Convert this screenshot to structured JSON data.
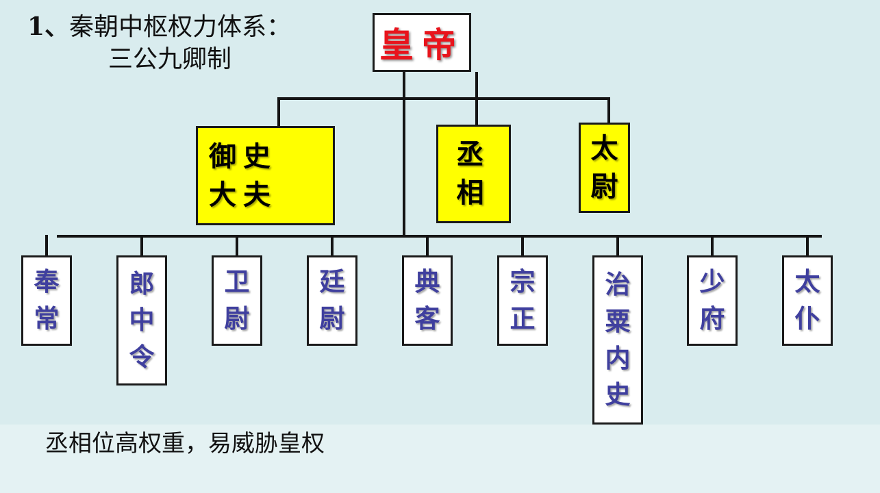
{
  "heading": {
    "number": "1、",
    "title": "秦朝中枢权力体系：",
    "subtitle": "三公九卿制"
  },
  "chart_data": {
    "type": "org-chart",
    "root": "皇帝",
    "san_gong": [
      {
        "label": "御史\n大夫"
      },
      {
        "label": "丞\n相"
      },
      {
        "label": "太\n尉"
      }
    ],
    "jiu_qing": [
      {
        "label": "奉\n常"
      },
      {
        "label": "郎\n中\n令"
      },
      {
        "label": "卫\n尉"
      },
      {
        "label": "廷\n尉"
      },
      {
        "label": "典\n客"
      },
      {
        "label": "宗\n正"
      },
      {
        "label": "治\n粟\n内\n史"
      },
      {
        "label": "少\n府"
      },
      {
        "label": "太\n仆"
      }
    ]
  },
  "footer": {
    "note": "丞相位高权重，易威胁皇权"
  },
  "colors": {
    "emperor_text": "#e8141c",
    "gong_fill": "#ffff00",
    "qing_text": "#3f3f9e",
    "background": "#d9ecee"
  }
}
